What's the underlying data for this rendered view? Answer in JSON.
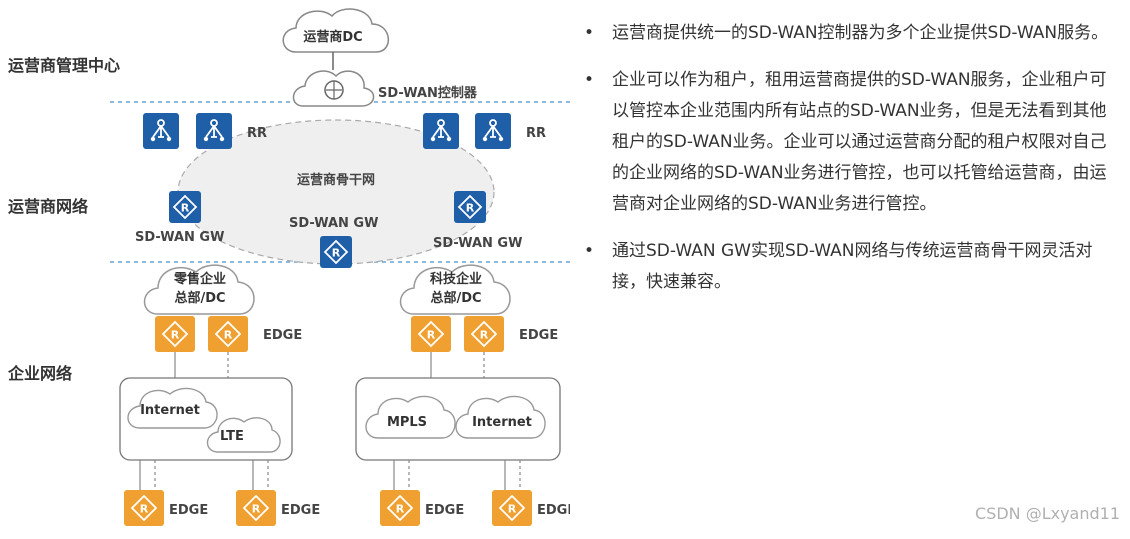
{
  "zones": {
    "mgmt": "运营商管理中心",
    "network": "运营商网络",
    "enterprise": "企业网络"
  },
  "labels": {
    "dc": "运营商DC",
    "controller": "SD-WAN控制器",
    "rr_left": "RR",
    "rr_right": "RR",
    "backbone": "运营商骨干网",
    "gw_left": "SD-WAN GW",
    "gw_center": "SD-WAN GW",
    "gw_right": "SD-WAN GW",
    "retail_line1": "零售企业",
    "retail_line2": "总部/DC",
    "tech_line1": "科技企业",
    "tech_line2": "总部/DC",
    "edge_hq_left": "EDGE",
    "edge_hq_right": "EDGE",
    "internet_left": "Internet",
    "lte": "LTE",
    "mpls": "MPLS",
    "internet_right": "Internet",
    "edge_b1": "EDGE",
    "edge_b2": "EDGE",
    "edge_b3": "EDGE",
    "edge_b4": "EDGE"
  },
  "bullets": [
    "运营商提供统一的SD-WAN控制器为多个企业提供SD-WAN服务。",
    "企业可以作为租户，租用运营商提供的SD-WAN服务，企业租户可以管控本企业范围内所有站点的SD-WAN业务，但是无法看到其他租户的SD-WAN业务。企业可以通过运营商分配的租户权限对自己的企业网络的SD-WAN业务进行管控，也可以托管给运营商，由运营商对企业网络的SD-WAN业务进行管控。",
    "通过SD-WAN  GW实现SD-WAN网络与传统运营商骨干网灵活对接，快速兼容。"
  ],
  "bullet_marker": "•",
  "watermark": "CSDN @Lxyand11",
  "colors": {
    "blue_node": "#1f5fa8",
    "orange_node": "#f0a030",
    "dashed_line": "#4a90c8"
  },
  "icons": {
    "rr": "router-icon",
    "gw": "gateway-icon",
    "edge": "edge-router-icon",
    "controller": "brain-gear-icon"
  }
}
